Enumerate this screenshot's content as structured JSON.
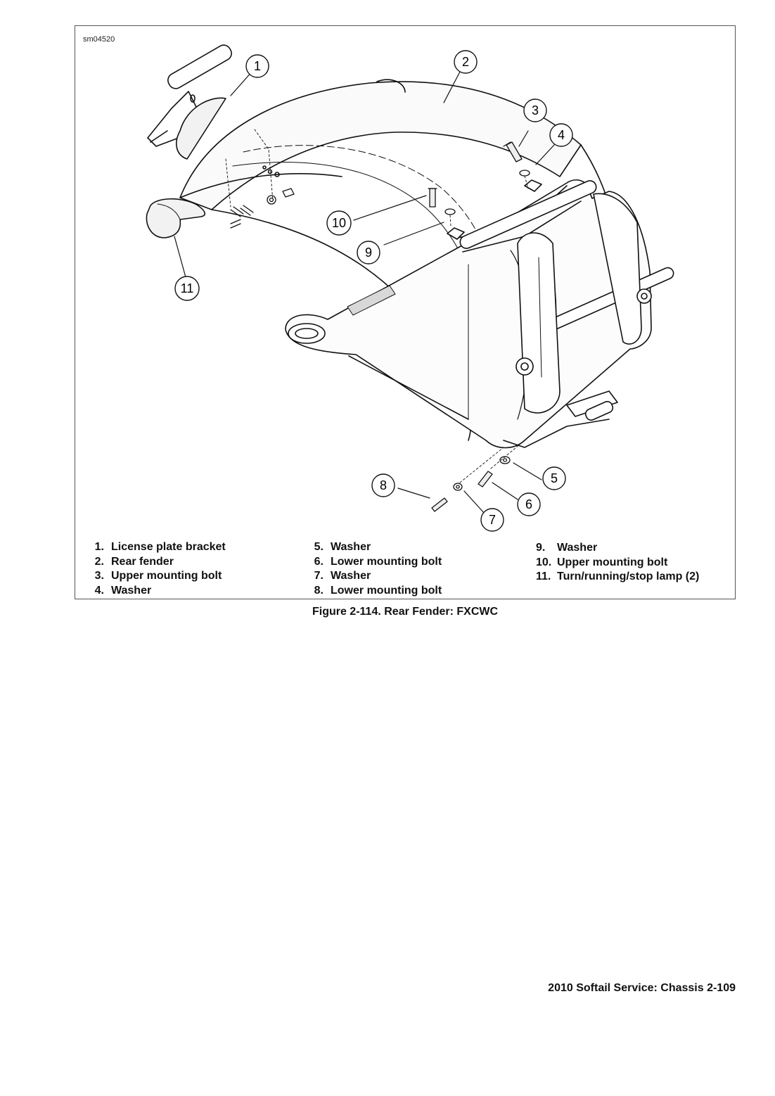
{
  "figure": {
    "id_code": "sm04520",
    "callouts": [
      "1",
      "2",
      "3",
      "4",
      "5",
      "6",
      "7",
      "8",
      "9",
      "10",
      "11"
    ]
  },
  "legend": {
    "col1": [
      {
        "num": "1.",
        "label": "License plate bracket"
      },
      {
        "num": "2.",
        "label": "Rear fender"
      },
      {
        "num": "3.",
        "label": "Upper mounting bolt"
      },
      {
        "num": "4.",
        "label": "Washer"
      }
    ],
    "col2": [
      {
        "num": "5.",
        "label": "Washer"
      },
      {
        "num": "6.",
        "label": "Lower mounting bolt"
      },
      {
        "num": "7.",
        "label": "Washer"
      },
      {
        "num": "8.",
        "label": "Lower mounting bolt"
      }
    ],
    "col3": [
      {
        "num": "9.",
        "label": "Washer"
      },
      {
        "num": "10.",
        "label": "Upper mounting bolt"
      },
      {
        "num": "11.",
        "label": "Turn/running/stop lamp (2)"
      }
    ]
  },
  "caption": "Figure 2-114. Rear Fender: FXCWC",
  "footer": "2010 Softail Service: Chassis  2-109"
}
